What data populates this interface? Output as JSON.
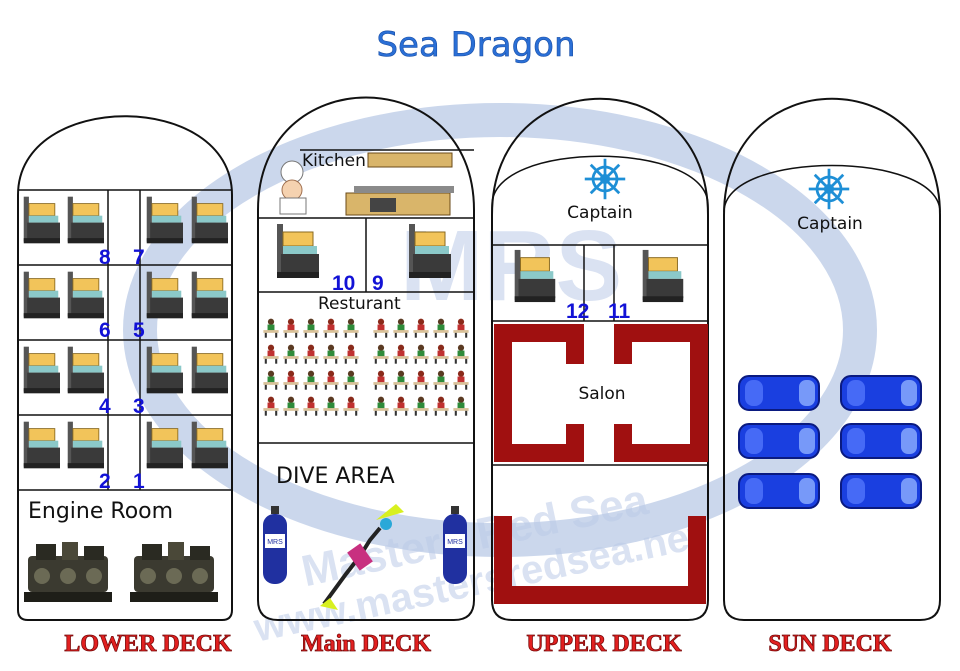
{
  "title": "Sea Dragon",
  "watermark": {
    "logo": "MRS",
    "brand": "Masters Red Sea",
    "url": "www.mastersredsea.net"
  },
  "decks": {
    "lower": {
      "label": "LOWER DECK",
      "cabin_numbers": [
        "8",
        "7",
        "6",
        "5",
        "4",
        "3",
        "2",
        "1"
      ],
      "engine_room": "Engine Room"
    },
    "main": {
      "label": "Main DECK",
      "kitchen": "Kitchen",
      "cabin_numbers": [
        "10",
        "9"
      ],
      "restaurant": "Resturant",
      "dive_area": "DIVE AREA"
    },
    "upper": {
      "label": "UPPER DECK",
      "captain": "Captain",
      "cabin_numbers": [
        "12",
        "11"
      ],
      "salon": "Salon"
    },
    "sun": {
      "label": "SUN DECK",
      "captain": "Captain"
    }
  },
  "colors": {
    "title": "#2a6fd6",
    "cabin_number": "#1212d6",
    "deck_label": "#e22020",
    "salon_wall": "#a01010",
    "sunbed": "#1a3fe0",
    "watermark": "#8fa8d8"
  }
}
